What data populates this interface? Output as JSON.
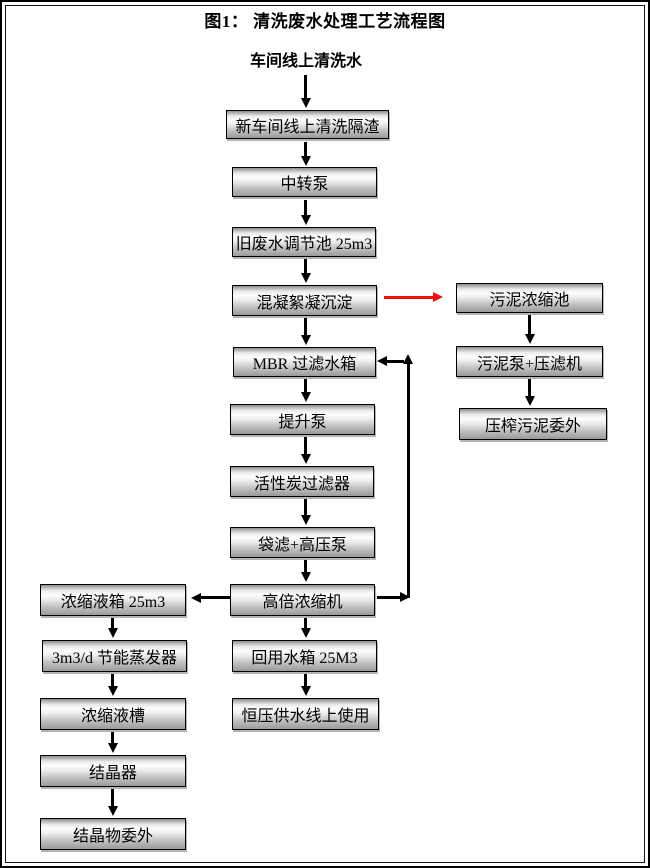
{
  "title": "图1：  清洗废水处理工艺流程图",
  "source_label": "车间线上清洗水",
  "colors": {
    "arrow": "#000000",
    "sludge_branch_arrow": "#ee1111",
    "box_border": "#000000"
  },
  "main_flow": [
    "新车间线上清洗隔渣",
    "中转泵",
    "旧废水调节池 25m3",
    "混凝絮凝沉淀",
    "MBR 过滤水箱",
    "提升泵",
    "活性炭过滤器",
    "袋滤+高压泵",
    "高倍浓缩机",
    "回用水箱 25M3",
    "恒压供水线上使用"
  ],
  "left_flow": [
    "浓缩液箱 25m3",
    "3m3/d 节能蒸发器",
    "浓缩液槽",
    "结晶器",
    "结晶物委外"
  ],
  "right_flow": [
    "污泥浓缩池",
    "污泥泵+压滤机",
    "压榨污泥委外"
  ]
}
